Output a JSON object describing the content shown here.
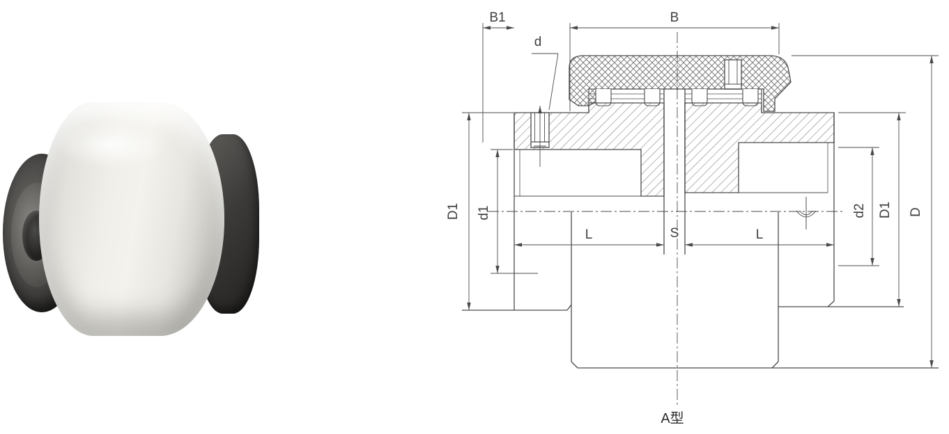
{
  "page": {
    "background": "#ffffff"
  },
  "photo": {
    "subject": "nylon-sleeve-gear-coupling",
    "sleeve_color": "#f0efe9",
    "hub_color": "#3c3b39"
  },
  "drawing": {
    "line_color": "#4a4a4a",
    "dim_labels": {
      "b1": "B1",
      "b": "B",
      "d": "d",
      "d1_left": "D1",
      "d1_small": "d1",
      "l_left": "L",
      "s": "S",
      "l_right": "L",
      "d2": "d2",
      "d1_right": "D1",
      "d_outer": "D"
    },
    "type_label": "A型"
  }
}
